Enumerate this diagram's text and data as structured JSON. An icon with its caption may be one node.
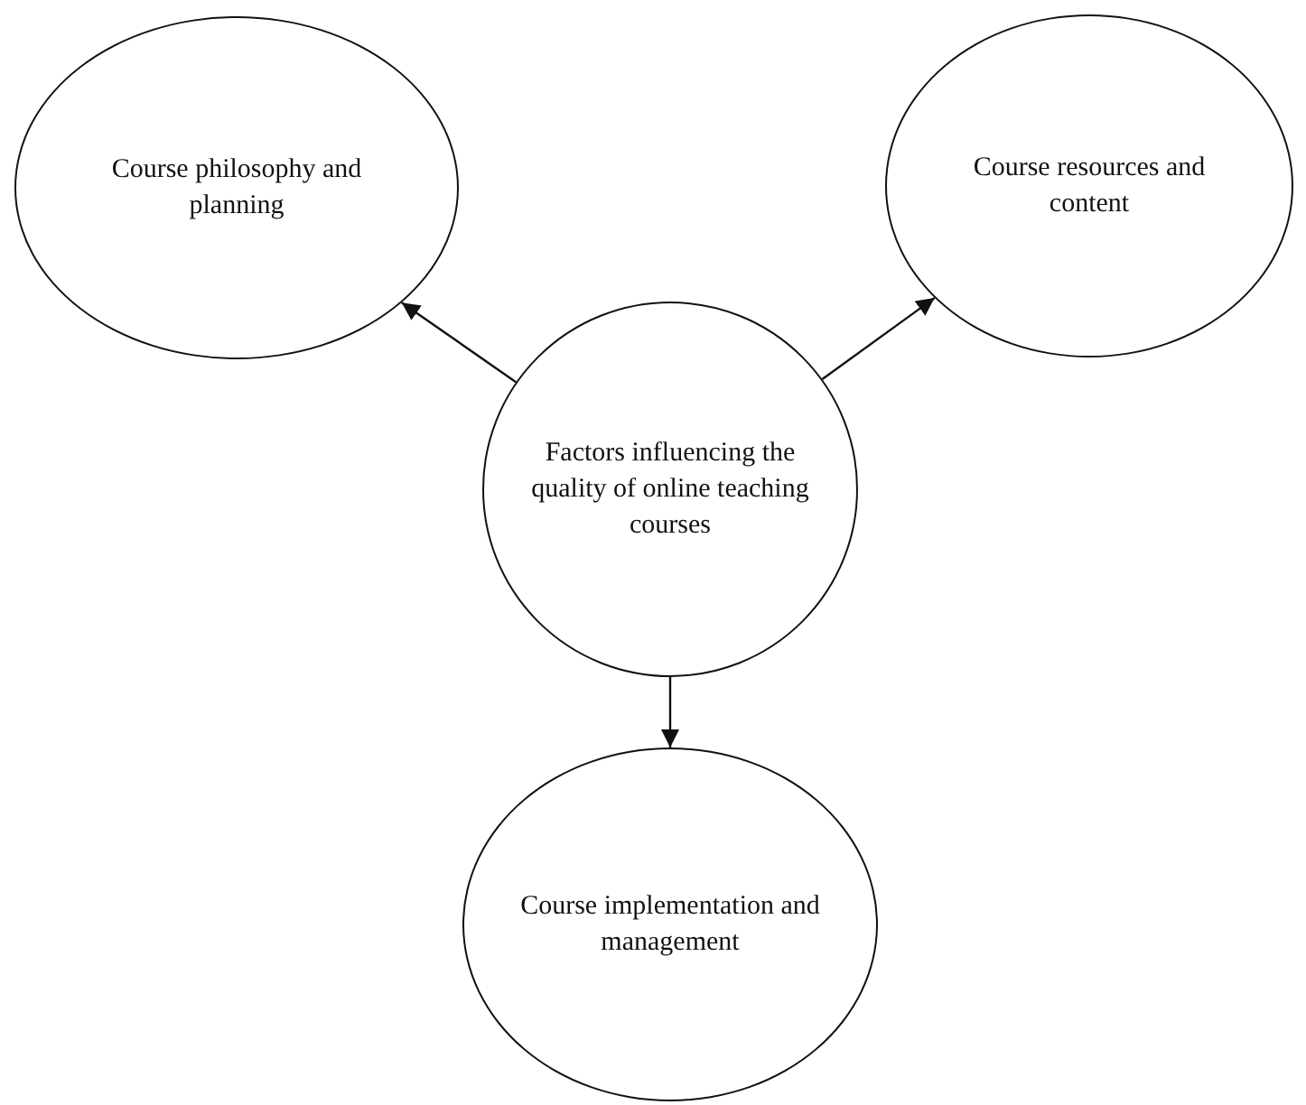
{
  "diagram": {
    "nodes": [
      {
        "text": [
          "Course philosophy and planning"
        ]
      },
      {
        "text": [
          "Course resources and content"
        ]
      },
      {
        "text": [
          "Factors influencing the quality of online teaching courses"
        ]
      },
      {
        "text": [
          "Course implementation and management"
        ]
      }
    ],
    "edges": [
      {
        "from": 2,
        "to": 0,
        "arrow": "to"
      },
      {
        "from": 2,
        "to": 1,
        "arrow": "to"
      },
      {
        "from": 2,
        "to": 3,
        "arrow": "to"
      }
    ]
  }
}
